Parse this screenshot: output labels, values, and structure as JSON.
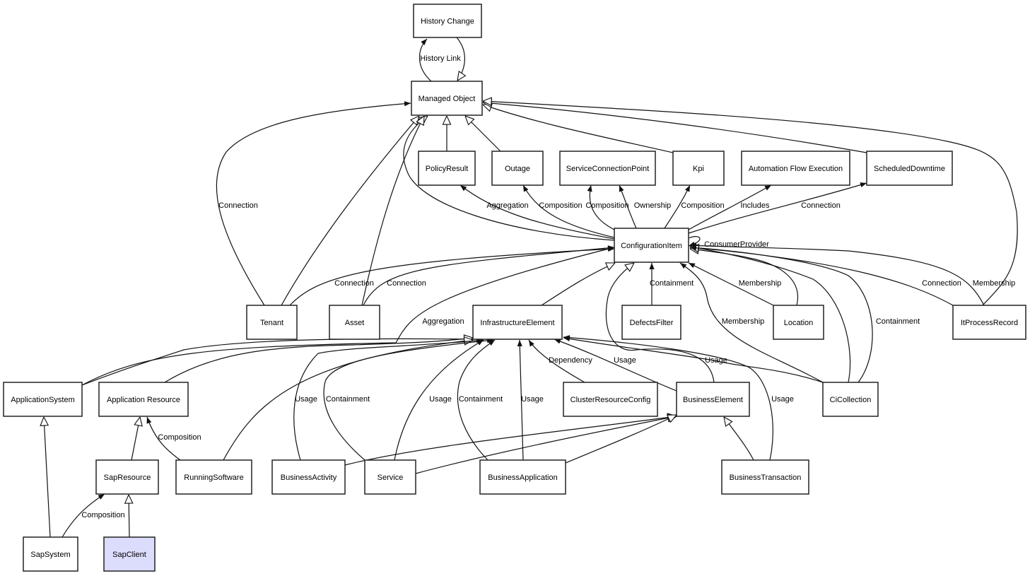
{
  "diagram": {
    "title": "Managed Object class diagram",
    "colors": {
      "default_fill": "#ffffff",
      "highlight_fill": "#dcdcfc",
      "stroke": "#222222"
    },
    "nodes": [
      {
        "id": "history-change",
        "label": "History Change"
      },
      {
        "id": "managed-object",
        "label": "Managed Object"
      },
      {
        "id": "policy-result",
        "label": "PolicyResult"
      },
      {
        "id": "outage",
        "label": "Outage"
      },
      {
        "id": "service-connection-point",
        "label": "ServiceConnectionPoint"
      },
      {
        "id": "kpi",
        "label": "Kpi"
      },
      {
        "id": "automation-flow-execution",
        "label": "Automation Flow Execution"
      },
      {
        "id": "scheduled-downtime",
        "label": "ScheduledDowntime"
      },
      {
        "id": "configuration-item",
        "label": "ConfigurationItem"
      },
      {
        "id": "tenant",
        "label": "Tenant"
      },
      {
        "id": "asset",
        "label": "Asset"
      },
      {
        "id": "infrastructure-element",
        "label": "InfrastructureElement"
      },
      {
        "id": "defects-filter",
        "label": "DefectsFilter"
      },
      {
        "id": "location",
        "label": "Location"
      },
      {
        "id": "it-process-record",
        "label": "ItProcessRecord"
      },
      {
        "id": "application-system",
        "label": "ApplicationSystem"
      },
      {
        "id": "application-resource",
        "label": "Application Resource"
      },
      {
        "id": "cluster-resource-config",
        "label": "ClusterResourceConfig"
      },
      {
        "id": "business-element",
        "label": "BusinessElement"
      },
      {
        "id": "ci-collection",
        "label": "CiCollection"
      },
      {
        "id": "sap-resource",
        "label": "SapResource"
      },
      {
        "id": "running-software",
        "label": "RunningSoftware"
      },
      {
        "id": "business-activity",
        "label": "BusinessActivity"
      },
      {
        "id": "service",
        "label": "Service"
      },
      {
        "id": "business-application",
        "label": "BusinessApplication"
      },
      {
        "id": "business-transaction",
        "label": "BusinessTransaction"
      },
      {
        "id": "sap-system",
        "label": "SapSystem"
      },
      {
        "id": "sap-client",
        "label": "SapClient",
        "highlighted": true
      }
    ],
    "edges": [
      {
        "from": "managed-object",
        "to": "history-change",
        "label": "History Link",
        "type": "association"
      },
      {
        "from": "history-change",
        "to": "managed-object",
        "label": "",
        "type": "inheritance"
      },
      {
        "from": "policy-result",
        "to": "managed-object",
        "label": "",
        "type": "inheritance"
      },
      {
        "from": "outage",
        "to": "managed-object",
        "label": "",
        "type": "inheritance"
      },
      {
        "from": "kpi",
        "to": "managed-object",
        "label": "",
        "type": "inheritance"
      },
      {
        "from": "scheduled-downtime",
        "to": "managed-object",
        "label": "",
        "type": "inheritance"
      },
      {
        "from": "it-process-record",
        "to": "managed-object",
        "label": "",
        "type": "inheritance"
      },
      {
        "from": "configuration-item",
        "to": "managed-object",
        "label": "",
        "type": "inheritance"
      },
      {
        "from": "tenant",
        "to": "managed-object",
        "label": "",
        "type": "inheritance"
      },
      {
        "from": "asset",
        "to": "managed-object",
        "label": "",
        "type": "inheritance"
      },
      {
        "from": "tenant",
        "to": "managed-object",
        "label": "Connection",
        "type": "association"
      },
      {
        "from": "configuration-item",
        "to": "policy-result",
        "label": "Aggregation",
        "type": "association"
      },
      {
        "from": "configuration-item",
        "to": "outage",
        "label": "Composition",
        "type": "association"
      },
      {
        "from": "configuration-item",
        "to": "service-connection-point",
        "label": "Composition",
        "type": "association"
      },
      {
        "from": "configuration-item",
        "to": "service-connection-point",
        "label": "Ownership",
        "type": "association"
      },
      {
        "from": "configuration-item",
        "to": "kpi",
        "label": "Composition",
        "type": "association"
      },
      {
        "from": "configuration-item",
        "to": "automation-flow-execution",
        "label": "Includes",
        "type": "association"
      },
      {
        "from": "configuration-item",
        "to": "scheduled-downtime",
        "label": "Connection",
        "type": "association"
      },
      {
        "from": "configuration-item",
        "to": "configuration-item",
        "label": "ConsumerProvider",
        "type": "association"
      },
      {
        "from": "tenant",
        "to": "configuration-item",
        "label": "Connection",
        "type": "association"
      },
      {
        "from": "asset",
        "to": "configuration-item",
        "label": "Connection",
        "type": "association"
      },
      {
        "from": "application-system",
        "to": "configuration-item",
        "label": "Aggregation",
        "type": "association"
      },
      {
        "from": "infrastructure-element",
        "to": "configuration-item",
        "label": "",
        "type": "inheritance"
      },
      {
        "from": "business-element",
        "to": "configuration-item",
        "label": "",
        "type": "inheritance"
      },
      {
        "from": "defects-filter",
        "to": "configuration-item",
        "label": "Containment",
        "type": "association"
      },
      {
        "from": "ci-collection",
        "to": "configuration-item",
        "label": "Membership",
        "type": "association"
      },
      {
        "from": "location",
        "to": "configuration-item",
        "label": "Membership",
        "type": "association"
      },
      {
        "from": "location",
        "to": "configuration-item",
        "label": "",
        "type": "inheritance"
      },
      {
        "from": "ci-collection",
        "to": "configuration-item",
        "label": "Containment",
        "type": "association"
      },
      {
        "from": "ci-collection",
        "to": "configuration-item",
        "label": "",
        "type": "inheritance"
      },
      {
        "from": "it-process-record",
        "to": "configuration-item",
        "label": "Connection",
        "type": "association"
      },
      {
        "from": "it-process-record",
        "to": "configuration-item",
        "label": "Membership",
        "type": "association"
      },
      {
        "from": "application-system",
        "to": "infrastructure-element",
        "label": "",
        "type": "inheritance"
      },
      {
        "from": "application-resource",
        "to": "infrastructure-element",
        "label": "",
        "type": "inheritance"
      },
      {
        "from": "running-software",
        "to": "infrastructure-element",
        "label": "",
        "type": "inheritance"
      },
      {
        "from": "business-activity",
        "to": "infrastructure-element",
        "label": "Usage",
        "type": "association"
      },
      {
        "from": "service",
        "to": "infrastructure-element",
        "label": "Containment",
        "type": "association"
      },
      {
        "from": "service",
        "to": "infrastructure-element",
        "label": "Usage",
        "type": "association"
      },
      {
        "from": "business-application",
        "to": "infrastructure-element",
        "label": "Containment",
        "type": "association"
      },
      {
        "from": "business-application",
        "to": "infrastructure-element",
        "label": "Usage",
        "type": "association"
      },
      {
        "from": "cluster-resource-config",
        "to": "infrastructure-element",
        "label": "Dependency",
        "type": "association"
      },
      {
        "from": "business-element",
        "to": "infrastructure-element",
        "label": "Usage",
        "type": "association"
      },
      {
        "from": "ci-collection",
        "to": "infrastructure-element",
        "label": "Usage",
        "type": "association"
      },
      {
        "from": "business-transaction",
        "to": "infrastructure-element",
        "label": "Usage",
        "type": "association"
      },
      {
        "from": "business-activity",
        "to": "business-element",
        "label": "",
        "type": "inheritance"
      },
      {
        "from": "service",
        "to": "business-element",
        "label": "",
        "type": "inheritance"
      },
      {
        "from": "business-application",
        "to": "business-element",
        "label": "",
        "type": "inheritance"
      },
      {
        "from": "business-transaction",
        "to": "business-element",
        "label": "",
        "type": "inheritance"
      },
      {
        "from": "sap-system",
        "to": "application-system",
        "label": "",
        "type": "inheritance"
      },
      {
        "from": "sap-resource",
        "to": "application-resource",
        "label": "",
        "type": "inheritance"
      },
      {
        "from": "running-software",
        "to": "application-resource",
        "label": "Composition",
        "type": "association"
      },
      {
        "from": "sap-system",
        "to": "sap-resource",
        "label": "Composition",
        "type": "association"
      },
      {
        "from": "sap-client",
        "to": "sap-resource",
        "label": "",
        "type": "inheritance"
      }
    ]
  }
}
